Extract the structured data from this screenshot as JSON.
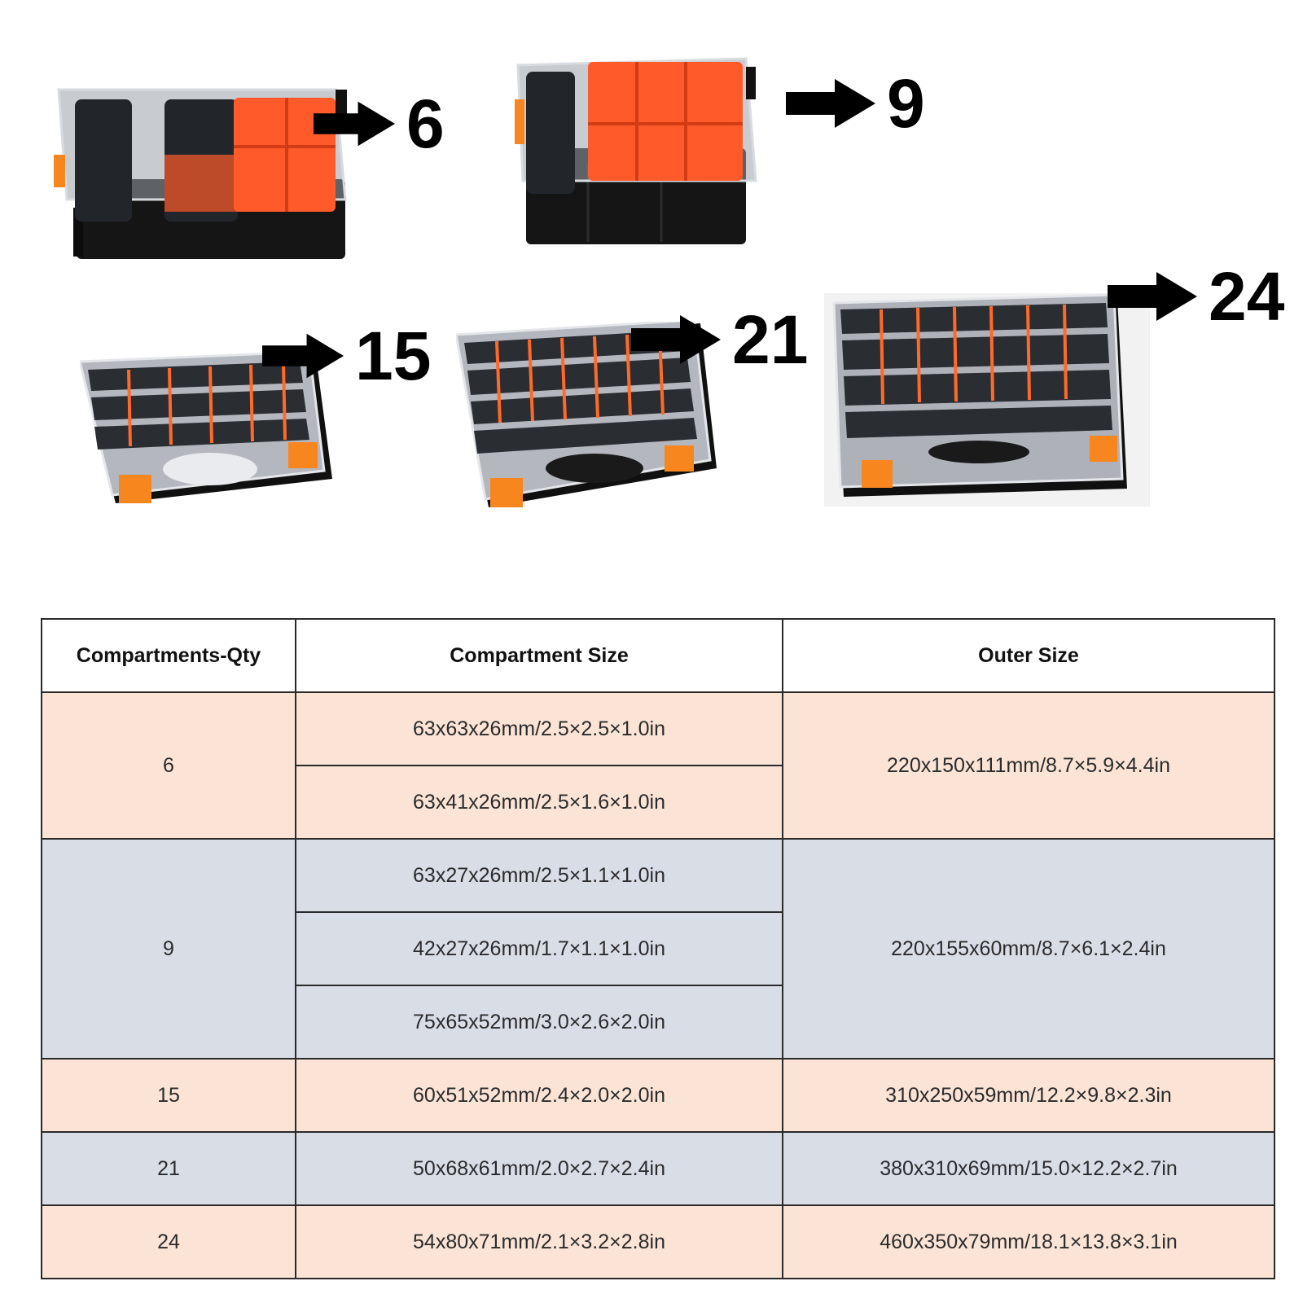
{
  "colors": {
    "peach_row": "#fbe4d6",
    "blue_row": "#d9dde6",
    "box_black": "#151515",
    "latch_orange": "#f7861e",
    "divider_orange": "#ff5a2a"
  },
  "products": [
    {
      "qty_label": "6",
      "icon": "arrow-right-icon"
    },
    {
      "qty_label": "9",
      "icon": "arrow-right-icon"
    },
    {
      "qty_label": "15",
      "icon": "arrow-right-icon"
    },
    {
      "qty_label": "21",
      "icon": "arrow-right-icon"
    },
    {
      "qty_label": "24",
      "icon": "arrow-right-icon"
    }
  ],
  "table": {
    "headers": [
      "Compartments-Qty",
      "Compartment Size",
      "Outer Size"
    ],
    "groups": [
      {
        "qty": "6",
        "compartment_sizes": [
          "63x63x26mm/2.5×2.5×1.0in",
          "63x41x26mm/2.5×1.6×1.0in"
        ],
        "outer": "220x150x111mm/8.7×5.9×4.4in"
      },
      {
        "qty": "9",
        "compartment_sizes": [
          "63x27x26mm/2.5×1.1×1.0in",
          "42x27x26mm/1.7×1.1×1.0in",
          "75x65x52mm/3.0×2.6×2.0in"
        ],
        "outer": "220x155x60mm/8.7×6.1×2.4in"
      },
      {
        "qty": "15",
        "compartment_sizes": [
          "60x51x52mm/2.4×2.0×2.0in"
        ],
        "outer": "310x250x59mm/12.2×9.8×2.3in"
      },
      {
        "qty": "21",
        "compartment_sizes": [
          "50x68x61mm/2.0×2.7×2.4in"
        ],
        "outer": "380x310x69mm/15.0×12.2×2.7in"
      },
      {
        "qty": "24",
        "compartment_sizes": [
          "54x80x71mm/2.1×3.2×2.8in"
        ],
        "outer": "460x350x79mm/18.1×13.8×3.1in"
      }
    ]
  }
}
